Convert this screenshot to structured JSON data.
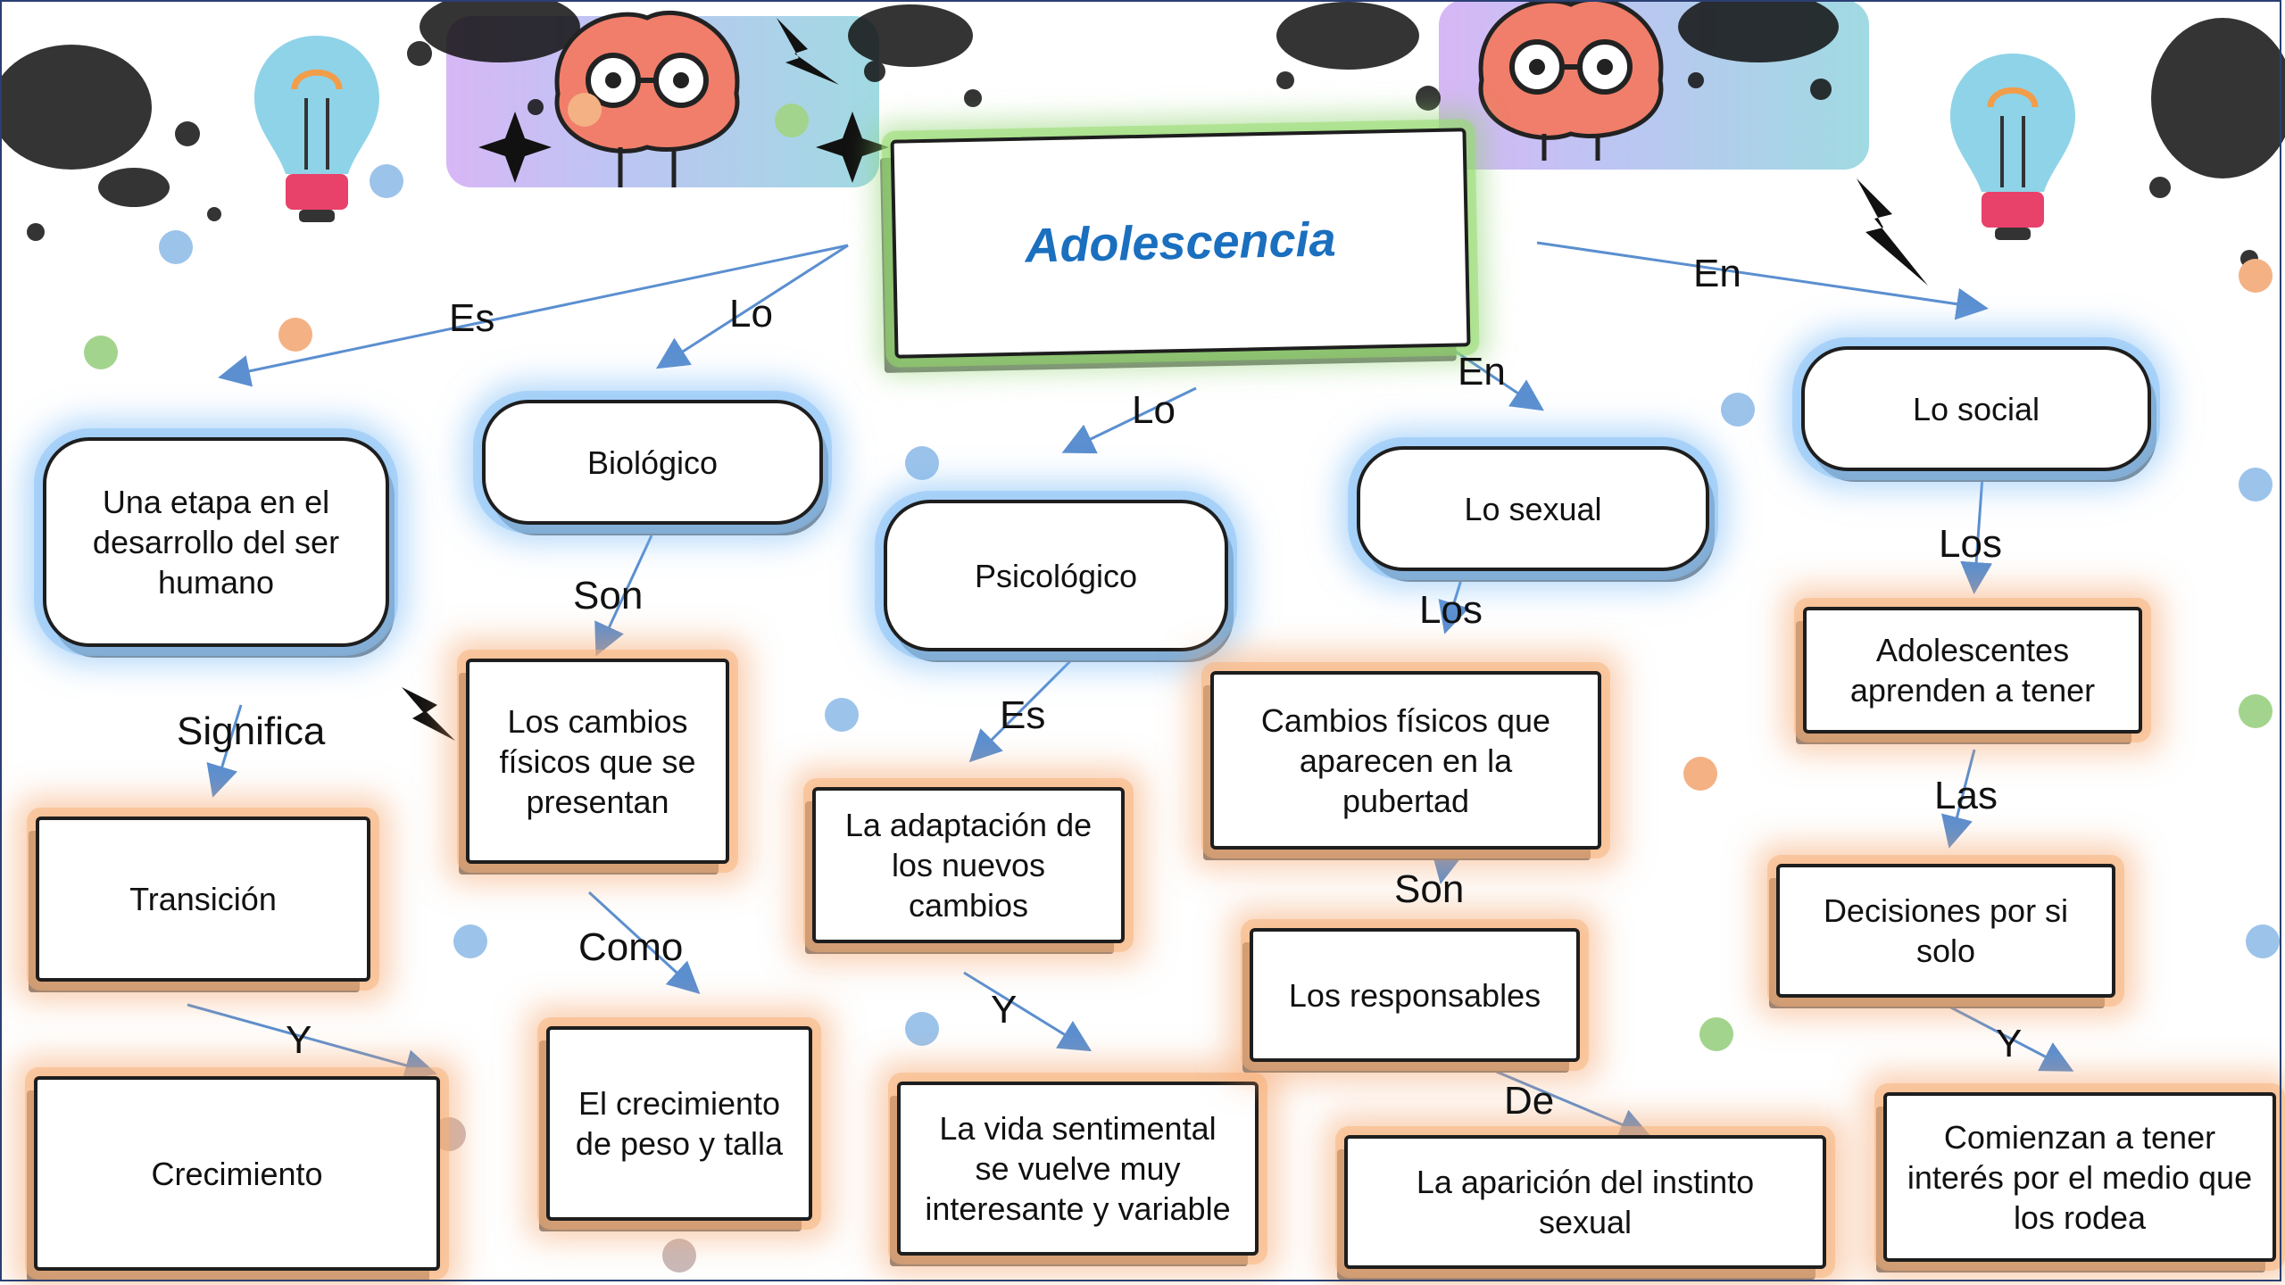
{
  "title": "Adolescencia",
  "nodes": {
    "definicion": "Una etapa en el desarrollo del ser humano",
    "biologico": "Biológico",
    "psicologico": "Psicológico",
    "sexual": "Lo sexual",
    "social": "Lo social",
    "transicion": "Transición",
    "crecimiento": "Crecimiento",
    "cambios_fisicos": "Los cambios físicos que se presentan",
    "peso_talla": "El crecimiento de peso y talla",
    "adaptacion": "La adaptación de los nuevos cambios",
    "vida_sentimental": "La vida sentimental se vuelve muy interesante y variable",
    "pubertad": "Cambios físicos que aparecen en la pubertad",
    "responsables": "Los responsables",
    "instinto": "La aparición del instinto sexual",
    "adolescentes": "Adolescentes aprenden a tener",
    "decisiones": "Decisiones por si solo",
    "interes": "Comienzan a tener interés por el medio que los rodea"
  },
  "labels": {
    "es1": "Es",
    "lo1": "Lo",
    "en1": "En",
    "lo2": "Lo",
    "en2": "En",
    "significa": "Significa",
    "son1": "Son",
    "es2": "Es",
    "los1": "Los",
    "los2": "Los",
    "y1": "Y",
    "como": "Como",
    "y2": "Y",
    "son2": "Son",
    "las": "Las",
    "de": "De",
    "y3": "Y"
  },
  "colors": {
    "title_text": "#1b6fbf",
    "arrow": "#5b8fd0",
    "glow_blue": "#8cc3f5",
    "glow_orange": "#f8b278",
    "glow_green": "#96dc6e",
    "dot_blue": "#9cc3ea",
    "dot_orange": "#f4b184",
    "dot_green": "#a3d48d",
    "dot_grey": "#c9b9b9"
  }
}
